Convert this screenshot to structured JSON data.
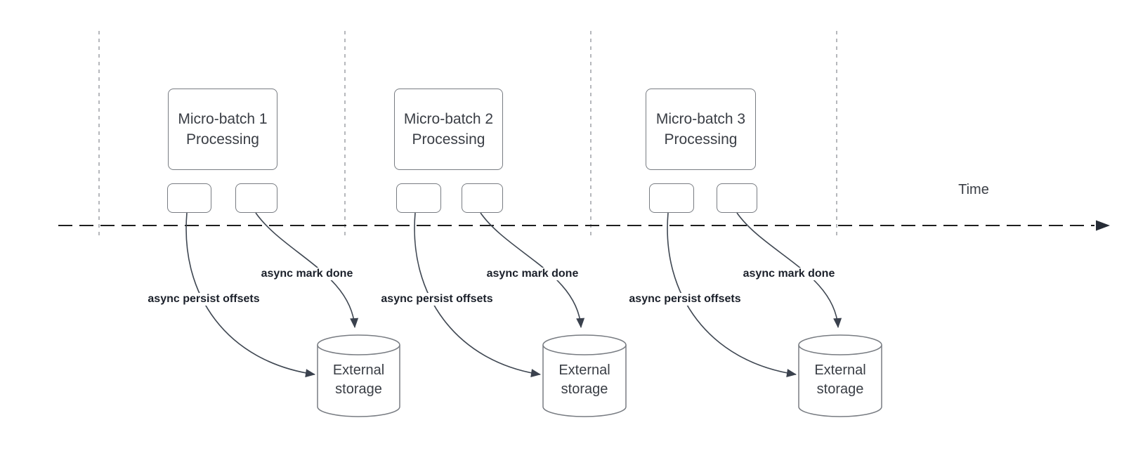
{
  "diagram": {
    "time_axis": {
      "label": "Time"
    },
    "groups": [
      {
        "process_label": "Micro-batch 1\nProcessing",
        "persist_label": "async persist offsets",
        "done_label": "async mark done",
        "storage_label": "External\nstorage"
      },
      {
        "process_label": "Micro-batch 2\nProcessing",
        "persist_label": "async persist offsets",
        "done_label": "async mark done",
        "storage_label": "External\nstorage"
      },
      {
        "process_label": "Micro-batch 3\nProcessing",
        "persist_label": "async persist offsets",
        "done_label": "async mark done",
        "storage_label": "External\nstorage"
      }
    ],
    "colors": {
      "shape_border": "#787c82",
      "text": "#3a3e45",
      "bold_label": "#1b202a",
      "timeline": "#1f1f1f",
      "interval_line": "#a4a7ab",
      "arrow": "#3a414d"
    }
  }
}
